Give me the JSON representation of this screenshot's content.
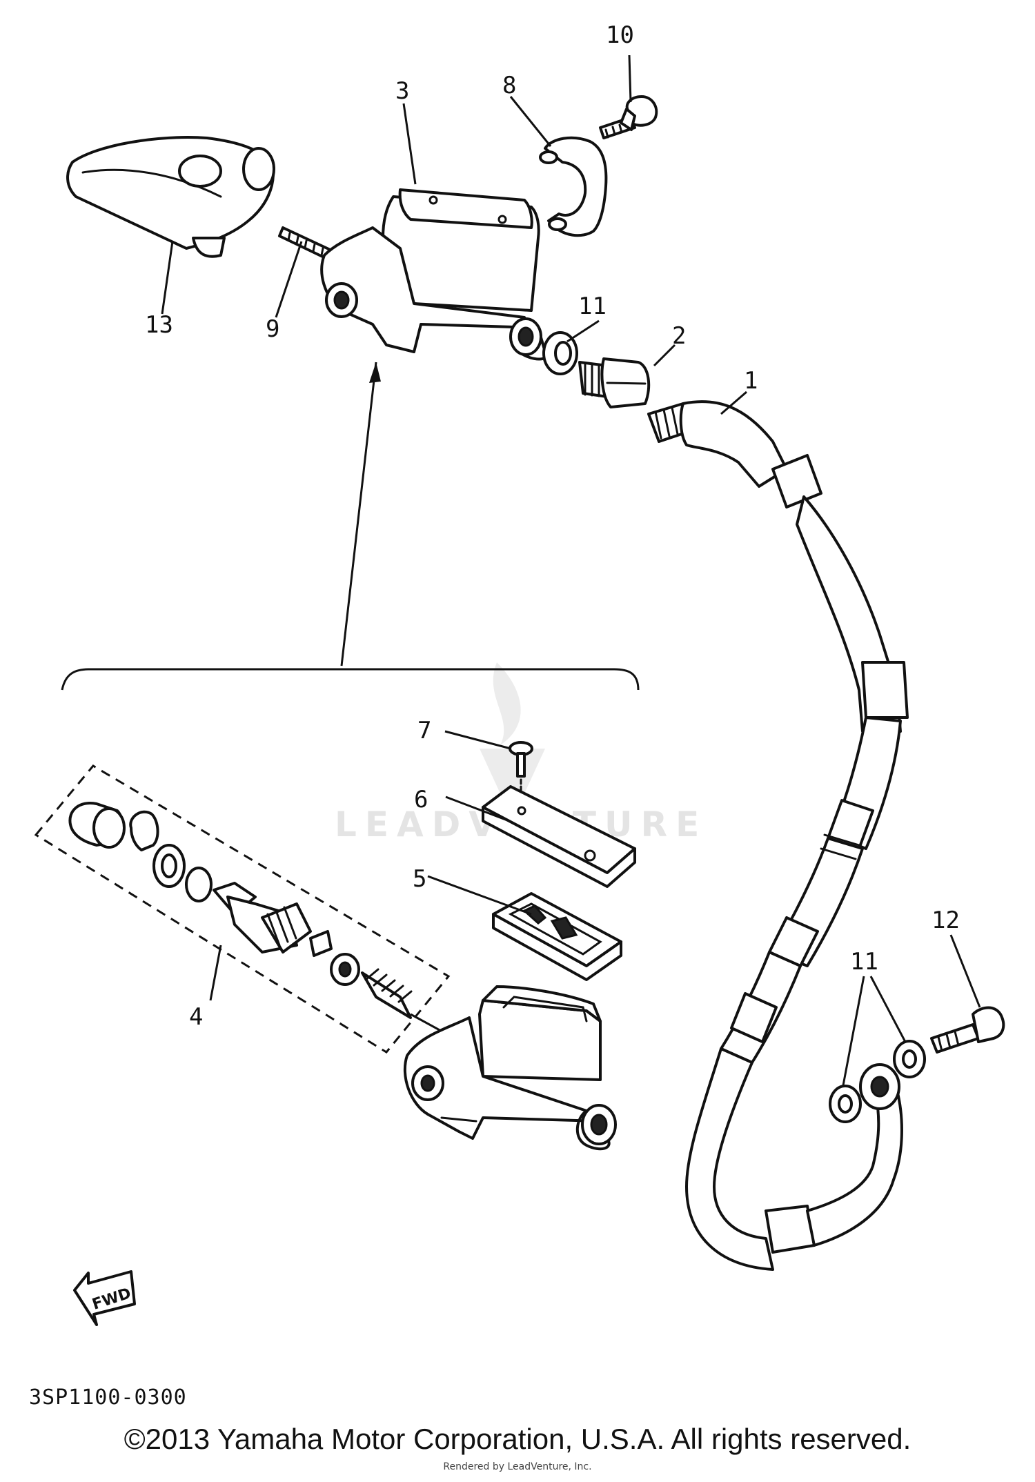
{
  "callouts": {
    "c1": "1",
    "c2": "2",
    "c3": "3",
    "c4": "4",
    "c5": "5",
    "c6": "6",
    "c7": "7",
    "c8": "8",
    "c9": "9",
    "c10": "10",
    "c11a": "11",
    "c11b": "11",
    "c12": "12",
    "c13": "13"
  },
  "fwd_label": "FWD",
  "diagram_code": "3SP1100-0300",
  "watermark": "LEADVENTURE",
  "copyright": "©2013 Yamaha Motor Corporation, U.S.A. All rights reserved.",
  "rendered_by": "Rendered by LeadVenture, Inc."
}
